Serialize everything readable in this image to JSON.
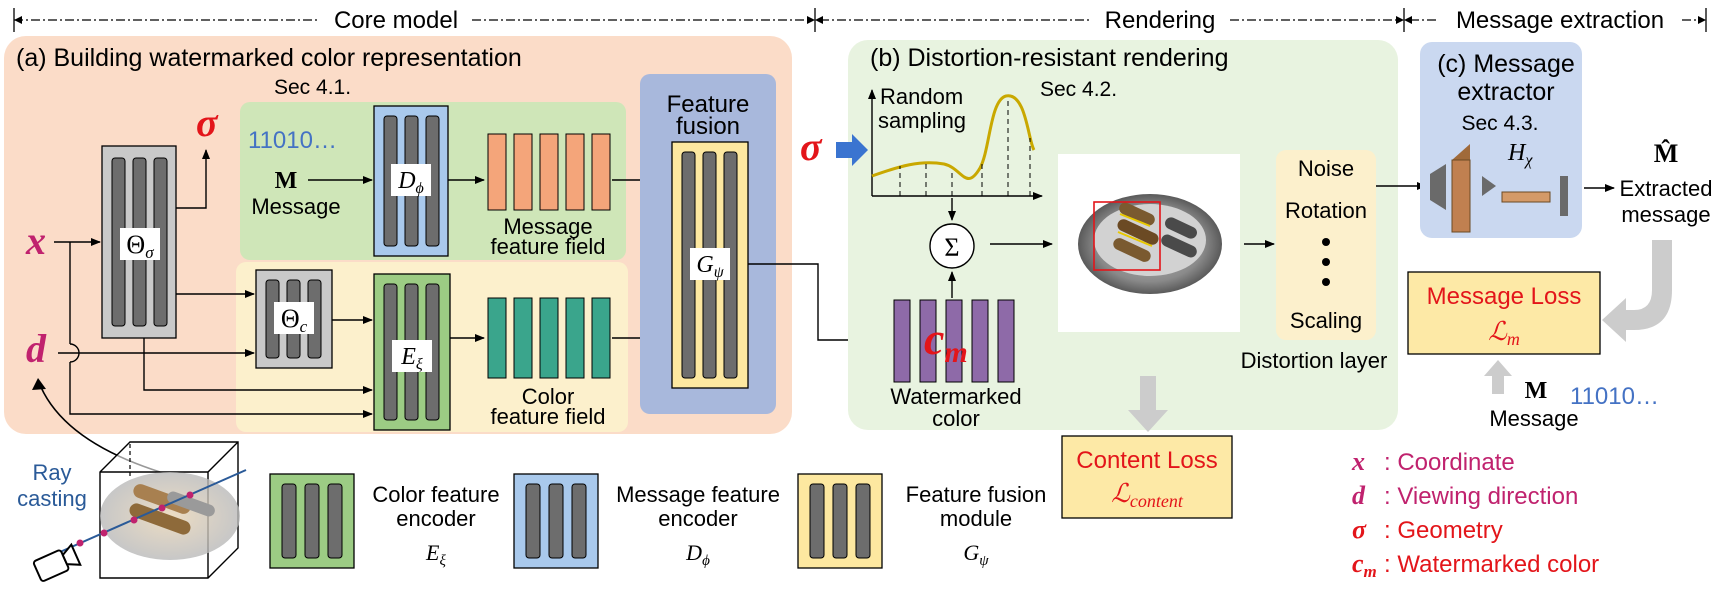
{
  "sections": {
    "core_model": "Core model",
    "rendering": "Rendering",
    "message_extraction": "Message extraction"
  },
  "panel_a": {
    "title": "(a) Building watermarked color representation",
    "sec": "Sec 4.1.",
    "sigma": "σ",
    "x": "x",
    "d": "d",
    "theta_sigma": "Θσ",
    "bits": "11010…",
    "M": "M",
    "message": "Message",
    "D_phi": "Dϕ",
    "message_feature_field": [
      "Message",
      "feature field"
    ],
    "theta_c": "Θc",
    "E_xi": "Eξ",
    "color_feature_field": [
      "Color",
      "feature field"
    ],
    "feature_fusion": [
      "Feature",
      "fusion"
    ],
    "G_psi": "Gψ"
  },
  "panel_b": {
    "title": "(b) Distortion-resistant rendering",
    "sec": "Sec 4.2.",
    "sigma": "σ",
    "random_sampling": [
      "Random",
      "sampling"
    ],
    "sum": "Σ",
    "c_m": "cm",
    "watermarked_color": [
      "Watermarked",
      "color"
    ],
    "distortions": [
      "Noise",
      "Rotation",
      "Scaling"
    ],
    "distortion_layer": "Distortion layer",
    "content_loss": "Content Loss",
    "content_loss_sym": "ℒcontent"
  },
  "panel_c": {
    "title": [
      "(c) Message",
      "extractor"
    ],
    "sec": "Sec 4.3.",
    "H_chi": "Hχ",
    "M_hat": "M̂",
    "extracted_message": [
      "Extracted",
      "message"
    ],
    "message_loss": "Message Loss",
    "message_loss_sym": "ℒm",
    "M": "M",
    "message": "Message",
    "bits": "11010…"
  },
  "bottom": {
    "ray_casting": [
      "Ray",
      "casting"
    ],
    "legend": [
      {
        "label": [
          "Color feature",
          "encoder"
        ],
        "symbol": "Eξ"
      },
      {
        "label": [
          "Message feature",
          "encoder"
        ],
        "symbol": "Dϕ"
      },
      {
        "label": [
          "Feature fusion",
          "module"
        ],
        "symbol": "Gψ"
      }
    ],
    "notation": [
      {
        "sym": "x",
        "desc": ": Coordinate"
      },
      {
        "sym": "d",
        "desc": ": Viewing direction"
      },
      {
        "sym": "σ",
        "desc": ": Geometry"
      },
      {
        "sym": "cm",
        "desc": ": Watermarked color"
      }
    ]
  },
  "colors": {
    "core_bg": "#fbdcc8",
    "message_bg": "#cfe6b8",
    "color_bg": "#fcf0cc",
    "fusion_bg": "#a8b8dc",
    "rendering_bg": "#e8f3e0",
    "extractor_bg": "#cad8f0",
    "loss_bg": "#fde9a6",
    "red": "#e3151a",
    "magenta": "#c0226e",
    "blue_text": "#4472c4",
    "orange_bar": "#f4a57a",
    "teal_bar": "#3aa58c",
    "purple_bar": "#8e6aa8",
    "grey_bar": "#6d6d6d"
  }
}
